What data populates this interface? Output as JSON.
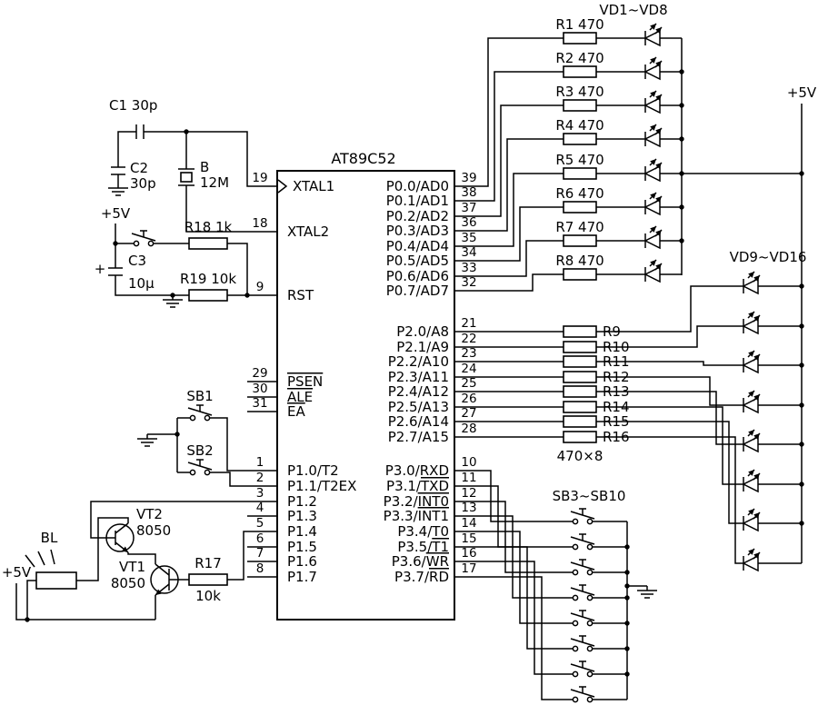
{
  "title": "AT89C52",
  "power": {
    "vcc_reset": "+5V",
    "vcc_buzzer": "+5V",
    "vcc_right": "+5V"
  },
  "ic": {
    "left_pins": [
      {
        "n": "19",
        "p": "XTAL1",
        "o": ""
      },
      {
        "n": "18",
        "p": "XTAL2",
        "o": ""
      },
      {
        "n": "9",
        "p": "RST",
        "o": ""
      },
      {
        "n": "29",
        "p": "",
        "o": "PSEN"
      },
      {
        "n": "30",
        "p": "",
        "o": "ALE"
      },
      {
        "n": "31",
        "p": "",
        "o": "EA"
      },
      {
        "n": "1",
        "p": "P1.0/T2",
        "o": ""
      },
      {
        "n": "2",
        "p": "P1.1/T2EX",
        "o": ""
      },
      {
        "n": "3",
        "p": "P1.2",
        "o": ""
      },
      {
        "n": "4",
        "p": "P1.3",
        "o": ""
      },
      {
        "n": "5",
        "p": "P1.4",
        "o": ""
      },
      {
        "n": "6",
        "p": "P1.5",
        "o": ""
      },
      {
        "n": "7",
        "p": "P1.6",
        "o": ""
      },
      {
        "n": "8",
        "p": "P1.7",
        "o": ""
      }
    ],
    "right_pins": [
      {
        "n": "39",
        "p": "P0.0/AD0",
        "o": ""
      },
      {
        "n": "38",
        "p": "P0.1/AD1",
        "o": ""
      },
      {
        "n": "37",
        "p": "P0.2/AD2",
        "o": ""
      },
      {
        "n": "36",
        "p": "P0.3/AD3",
        "o": ""
      },
      {
        "n": "35",
        "p": "P0.4/AD4",
        "o": ""
      },
      {
        "n": "34",
        "p": "P0.5/AD5",
        "o": ""
      },
      {
        "n": "33",
        "p": "P0.6/AD6",
        "o": ""
      },
      {
        "n": "32",
        "p": "P0.7/AD7",
        "o": ""
      },
      {
        "n": "21",
        "p": "P2.0/A8",
        "o": ""
      },
      {
        "n": "22",
        "p": "P2.1/A9",
        "o": ""
      },
      {
        "n": "23",
        "p": "P2.2/A10",
        "o": ""
      },
      {
        "n": "24",
        "p": "P2.3/A11",
        "o": ""
      },
      {
        "n": "25",
        "p": "P2.4/A12",
        "o": ""
      },
      {
        "n": "26",
        "p": "P2.5/A13",
        "o": ""
      },
      {
        "n": "27",
        "p": "P2.6/A14",
        "o": ""
      },
      {
        "n": "28",
        "p": "P2.7/A15",
        "o": ""
      },
      {
        "n": "10",
        "p": "P3.0/RXD",
        "o": ""
      },
      {
        "n": "11",
        "p": "P3.1/",
        "o": "TXD"
      },
      {
        "n": "12",
        "p": "P3.2/",
        "o": "INT0"
      },
      {
        "n": "13",
        "p": "P3.3/",
        "o": "INT1"
      },
      {
        "n": "14",
        "p": "P3.4/T0",
        "o": ""
      },
      {
        "n": "15",
        "p": "P3.5/",
        "o": "T1"
      },
      {
        "n": "16",
        "p": "P3.6/",
        "o": "WR"
      },
      {
        "n": "17",
        "p": "P3.7/",
        "o": "RD"
      }
    ]
  },
  "led_groups": {
    "g1": "VD1~VD8",
    "g2": "VD9~VD16"
  },
  "resistors_top": [
    "R1 470",
    "R2 470",
    "R3 470",
    "R4 470",
    "R5 470",
    "R6 470",
    "R7 470",
    "R8 470"
  ],
  "resistors_right": {
    "labels": [
      "R9",
      "R10",
      "R11",
      "R12",
      "R13",
      "R14",
      "R15",
      "R16"
    ],
    "value_label": "470×8"
  },
  "switches": {
    "sb1": "SB1",
    "sb2": "SB2",
    "group": "SB3~SB10"
  },
  "crystal": {
    "c1": "C1 30p",
    "c2": "C2",
    "c2v": "30p",
    "name": "B",
    "freq": "12M"
  },
  "reset": {
    "c3": "C3",
    "plus": "+",
    "c3v": "10μ",
    "r18": "R18 1k",
    "r19": "R19 10k"
  },
  "buzzer": {
    "label": "BL",
    "vt2": "VT2",
    "vt2v": "8050",
    "vt1": "VT1",
    "vt1v": "8050",
    "r17": "R17",
    "r17v": "10k"
  }
}
